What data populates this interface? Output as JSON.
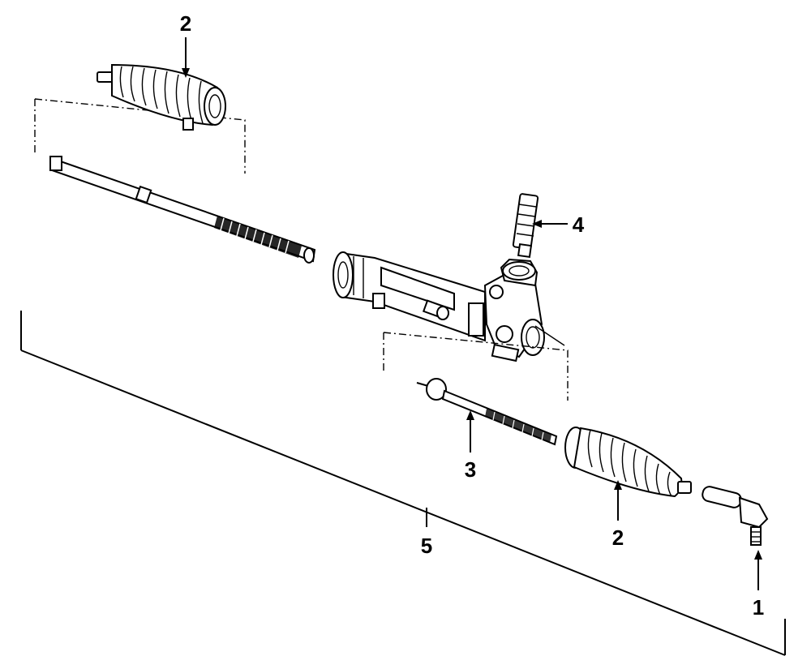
{
  "callouts": [
    {
      "id": "tie-rod-end",
      "text": "1"
    },
    {
      "id": "boot-left",
      "text": "2"
    },
    {
      "id": "boot-right",
      "text": "2"
    },
    {
      "id": "inner-tie-rod",
      "text": "3"
    },
    {
      "id": "valve",
      "text": "4"
    },
    {
      "id": "rack-assembly",
      "text": "5"
    }
  ]
}
